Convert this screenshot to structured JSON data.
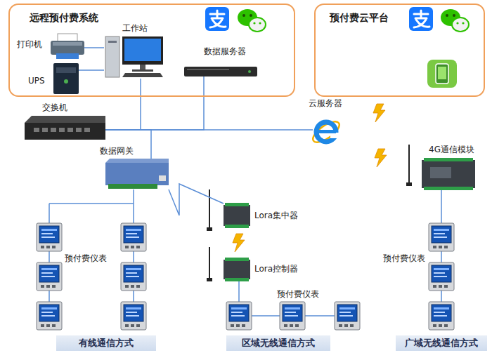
{
  "diagram": {
    "nodes": [
      {
        "text": [
          "远程预付费系统"
        ]
      },
      {
        "text": [
          "打印机"
        ],
        "in": 0
      },
      {
        "text": [
          "UPS"
        ],
        "in": 0
      },
      {
        "text": [
          "工作站"
        ],
        "in": 0
      },
      {
        "text": [
          "数据服务器"
        ],
        "in": 0
      },
      {
        "text": [
          "预付费云平台"
        ]
      },
      {
        "text": [
          "交换机"
        ]
      },
      {
        "text": [
          "云服务器"
        ]
      },
      {
        "text": [
          "数据网关"
        ]
      },
      {
        "text": [
          "Lora集中器"
        ]
      },
      {
        "text": [
          "Lora控制器"
        ]
      },
      {
        "text": [
          "4G通信模块"
        ]
      },
      {
        "text": [
          "有线通信方式"
        ]
      },
      {
        "text": [
          "区域无线通信方式"
        ]
      },
      {
        "text": [
          "广域无线通信方式"
        ]
      }
    ],
    "edges": [
      {
        "from": 1,
        "to": 3,
        "arrow": "none"
      },
      {
        "from": 2,
        "to": 3,
        "arrow": "none"
      },
      {
        "from": 3,
        "to": 6,
        "arrow": "none"
      },
      {
        "from": 4,
        "to": 6,
        "arrow": "none"
      },
      {
        "from": 8,
        "to": 6,
        "arrow": "none"
      },
      {
        "from": 7,
        "to": 6,
        "arrow": "none"
      },
      {
        "from": 9,
        "to": 8,
        "arrow": "none"
      }
    ],
    "labels": [
      "预付费仪表",
      "预付费仪表",
      "预付费仪表"
    ]
  }
}
